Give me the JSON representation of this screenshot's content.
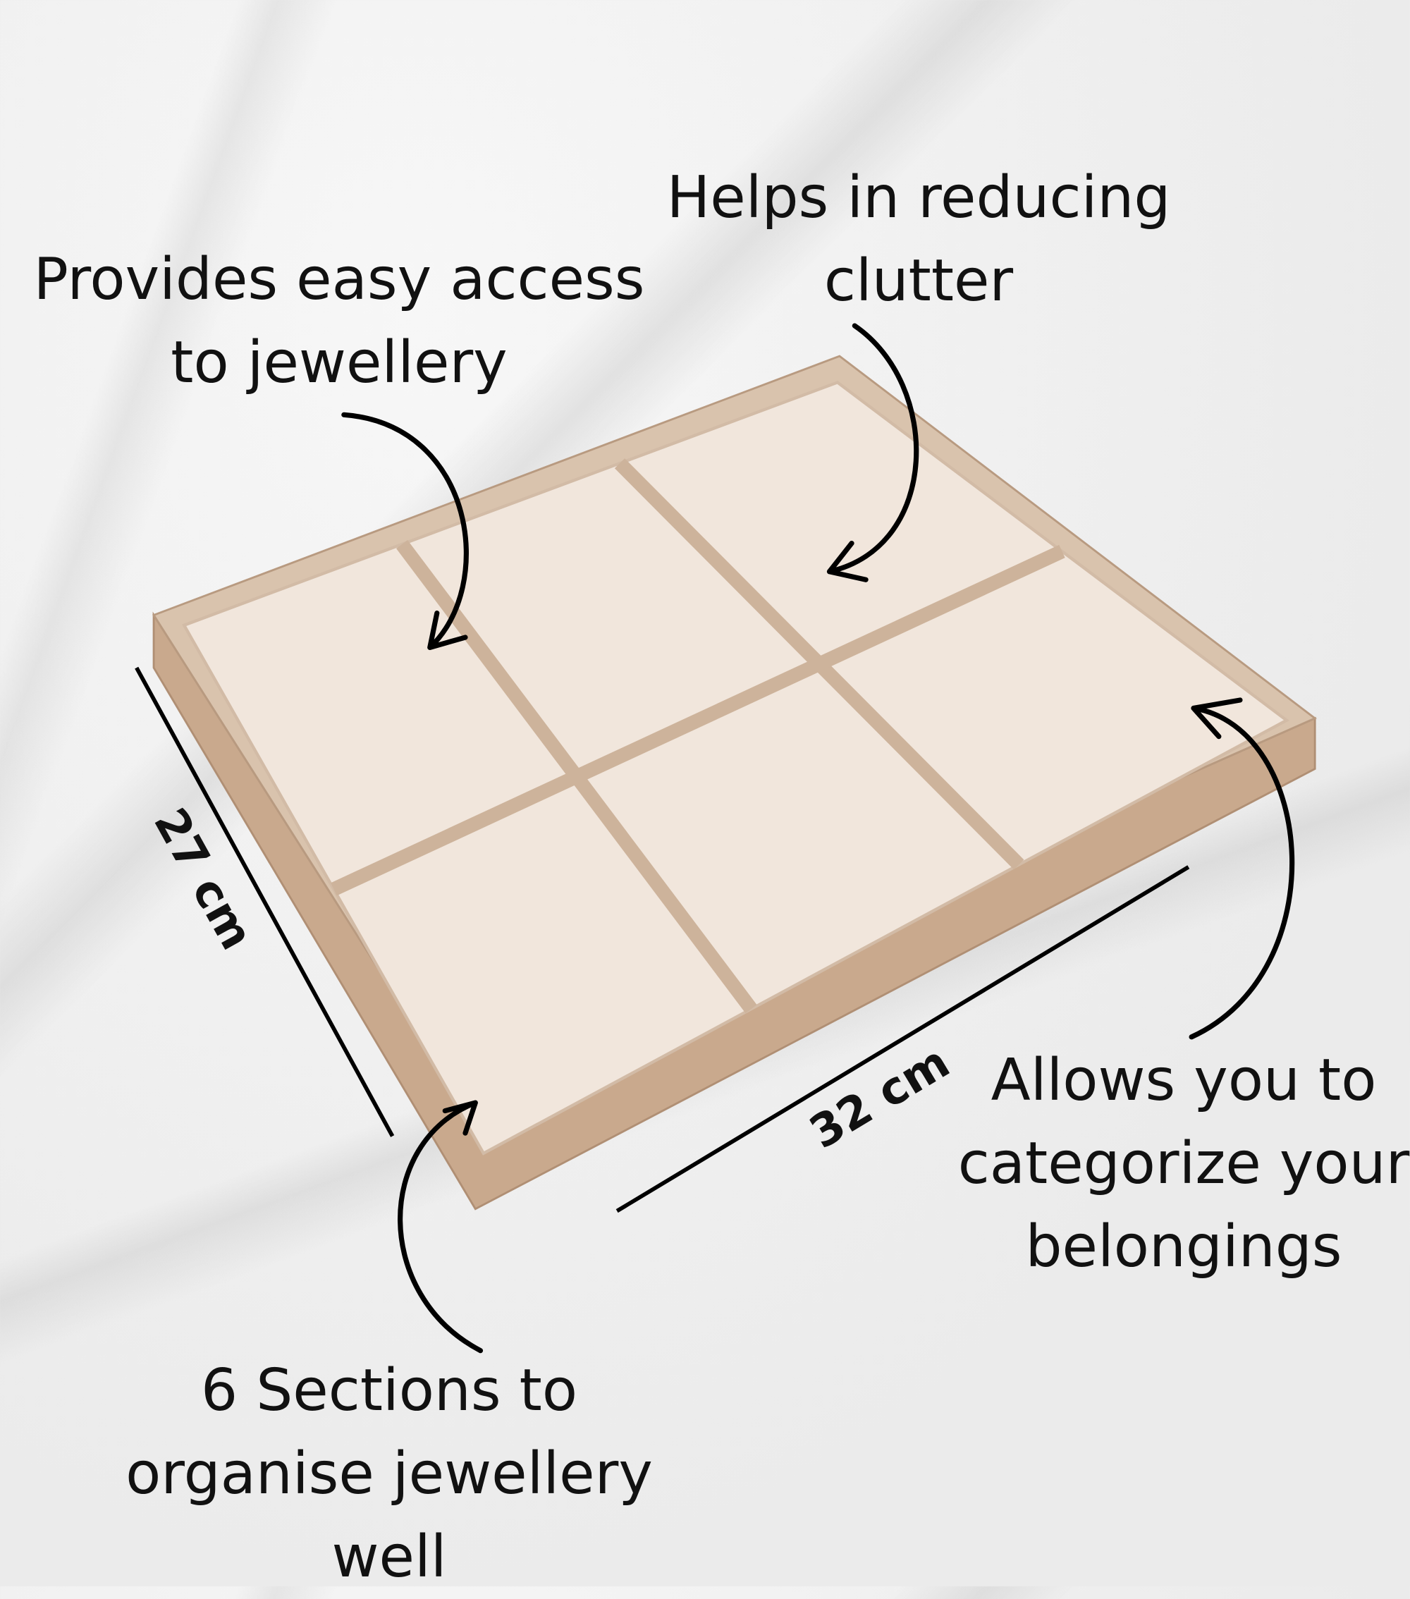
{
  "captions": {
    "reduce_clutter": [
      "Helps in reducing",
      "clutter"
    ],
    "easy_access": [
      "Provides easy access",
      "to jewellery"
    ],
    "categorize": [
      "Allows you to",
      "categorize your",
      "belongings"
    ],
    "sections": [
      "6 Sections to",
      "organise jewellery",
      "well"
    ]
  },
  "dimensions": {
    "depth": "27 cm",
    "width": "32 cm"
  },
  "colors": {
    "text": "#111111",
    "tray_rim": "#d9c3ad",
    "tray_floor": "#f1e6dc",
    "tray_side": "#c9a98d"
  }
}
